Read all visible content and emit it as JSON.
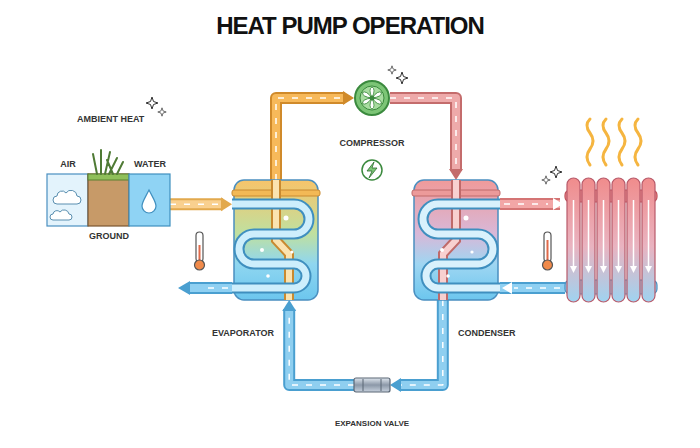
{
  "diagram": {
    "title": "HEAT PUMP OPERATION",
    "nodes": [
      {
        "text": [
          "AMBIENT HEAT",
          "AIR",
          "WATER",
          "GROUND"
        ]
      },
      {
        "text": [
          "EVAPORATOR"
        ]
      },
      {
        "text": [
          "COMPRESSOR"
        ]
      },
      {
        "text": [
          "CONDENSER"
        ]
      },
      {
        "text": [
          "EXPANSION VALVE"
        ]
      }
    ],
    "edges": [
      {
        "from": 0,
        "to": 1,
        "arrow": "to"
      },
      {
        "from": 1,
        "to": 2,
        "arrow": "to"
      },
      {
        "from": 2,
        "to": 3,
        "arrow": "to"
      },
      {
        "from": 3,
        "to": 4,
        "arrow": "to"
      },
      {
        "from": 4,
        "to": 1,
        "arrow": "to"
      }
    ]
  }
}
